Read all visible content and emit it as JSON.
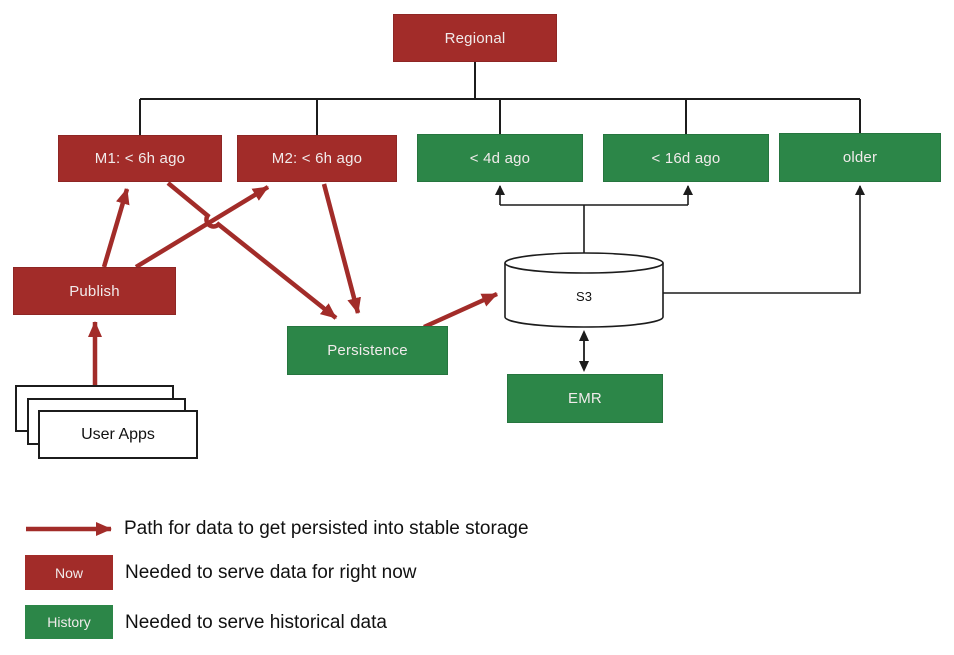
{
  "colors": {
    "red": "#A22C29",
    "green": "#2C8648",
    "line": "#1C1C1C",
    "boxtext": "#F1EBEB",
    "ink": "#111111"
  },
  "nodes": {
    "regional": {
      "label": "Regional"
    },
    "m1": {
      "label": "M1: < 6h ago"
    },
    "m2": {
      "label": "M2: < 6h ago"
    },
    "lt4d": {
      "label": "< 4d ago"
    },
    "lt16d": {
      "label": "< 16d ago"
    },
    "older": {
      "label": "older"
    },
    "publish": {
      "label": "Publish"
    },
    "persistence": {
      "label": "Persistence"
    },
    "s3": {
      "label": "S3"
    },
    "emr": {
      "label": "EMR"
    },
    "user_apps": {
      "label": "User Apps"
    }
  },
  "legend": {
    "arrow_label": "Path for data to get persisted into stable storage",
    "now_chip": "Now",
    "now_label": "Needed to serve data for right now",
    "history_chip": "History",
    "history_label": "Needed to serve historical data"
  }
}
